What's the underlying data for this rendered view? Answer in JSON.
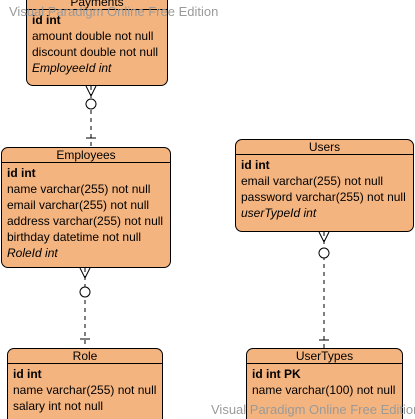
{
  "watermark": {
    "top": "Visual Paradigm Online Free Edition",
    "bottom": "Visual Paradigm Online Free Edition"
  },
  "entities": {
    "payments": {
      "name": "Payments",
      "attributes": [
        "id int",
        "amount double not null",
        "discount double not null",
        "EmployeeId int"
      ]
    },
    "employees": {
      "name": "Employees",
      "attributes": [
        "id int",
        "name varchar(255) not null",
        "email varchar(255) not null",
        "address varchar(255) not null",
        "birthday datetime not null",
        "RoleId int"
      ]
    },
    "users": {
      "name": "Users",
      "attributes": [
        "id int",
        "email varchar(255) not null",
        "password varchar(255) not null",
        "userTypeId int"
      ]
    },
    "role": {
      "name": "Role",
      "attributes": [
        "id int",
        "name varchar(255) not null",
        "salary int not null"
      ]
    },
    "usertypes": {
      "name": "UserTypes",
      "attributes": [
        "id int PK",
        "name varchar(100) not null"
      ]
    }
  },
  "colors": {
    "entity_fill": "#f4b47f",
    "stroke": "#000000",
    "watermark": "#9a9a9a"
  },
  "relationships": [
    {
      "from": "payments",
      "to": "employees",
      "from_end": "zero-or-many",
      "to_end": "exactly-one"
    },
    {
      "from": "employees",
      "to": "role",
      "from_end": "zero-or-many",
      "to_end": "exactly-one"
    },
    {
      "from": "users",
      "to": "usertypes",
      "from_end": "zero-or-many",
      "to_end": "exactly-one"
    }
  ]
}
